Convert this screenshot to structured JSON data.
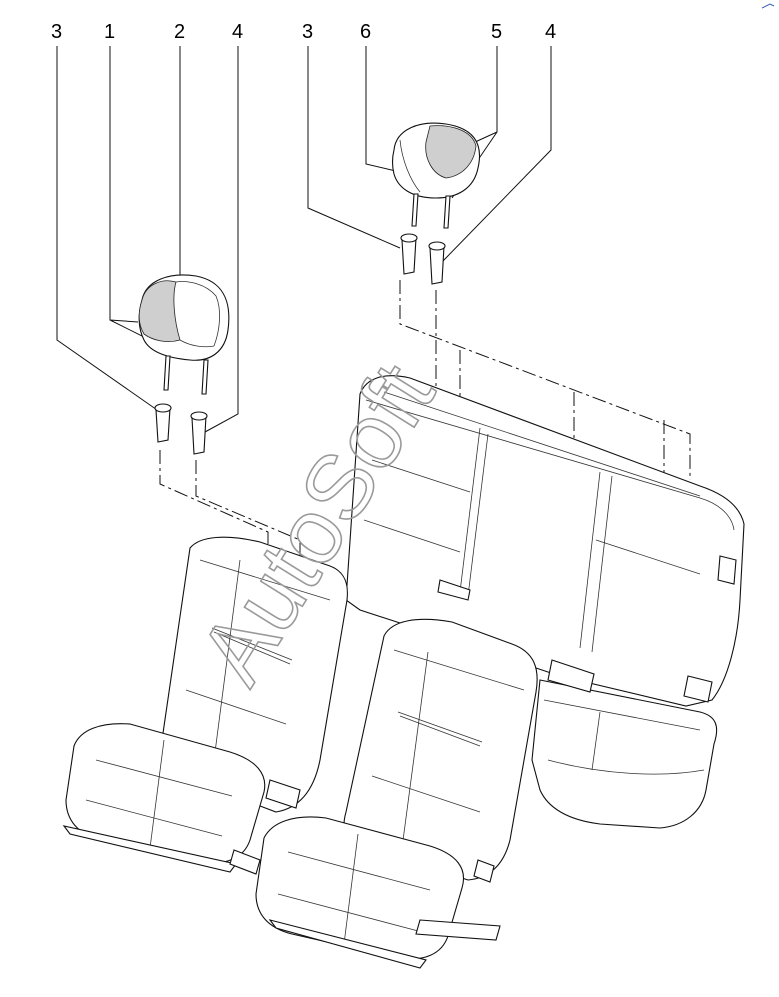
{
  "labels": {
    "left_3": "3",
    "left_1": "1",
    "left_2": "2",
    "left_4": "4",
    "right_3": "3",
    "right_6": "6",
    "right_5": "5",
    "right_4": "4"
  },
  "watermark": "AutoSoft"
}
